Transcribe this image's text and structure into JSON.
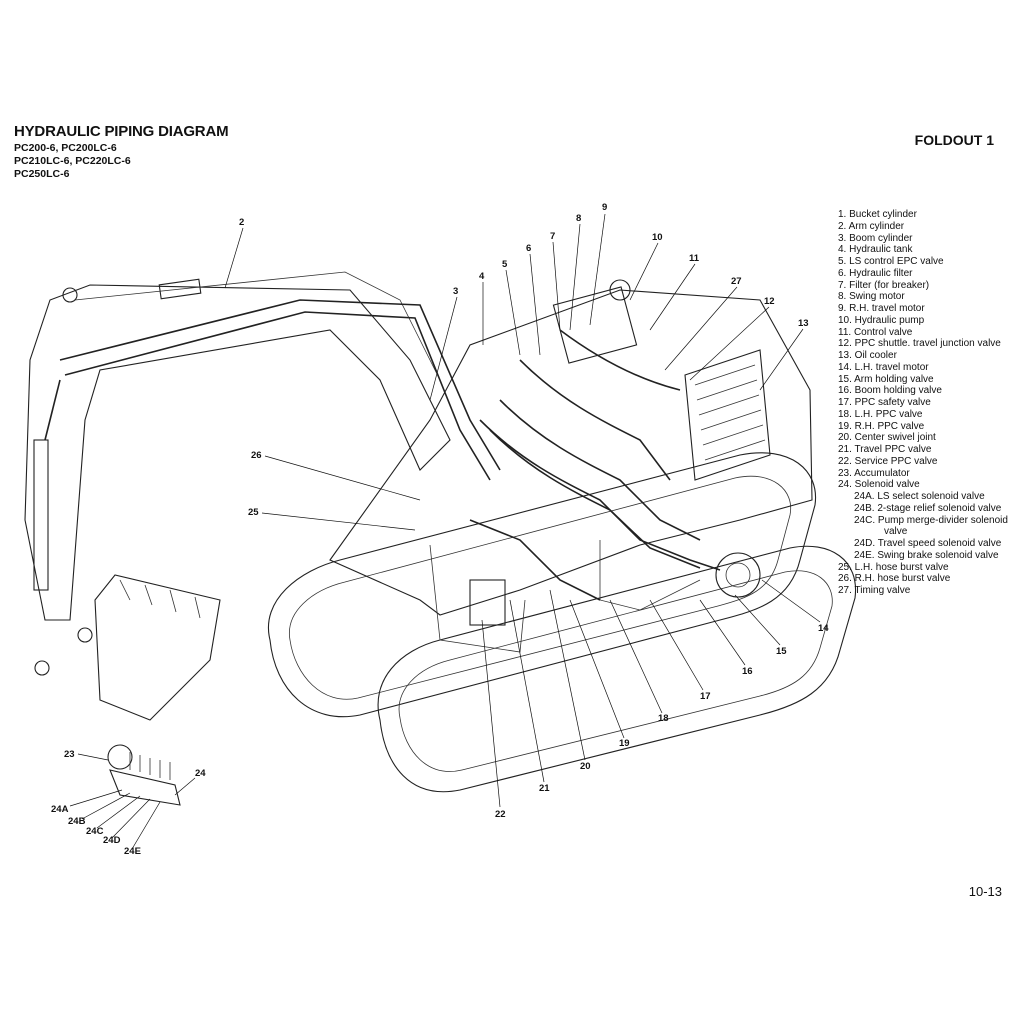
{
  "header": {
    "title": "HYDRAULIC PIPING DIAGRAM",
    "models": [
      "PC200-6, PC200LC-6",
      "PC210LC-6, PC220LC-6",
      "PC250LC-6"
    ],
    "foldout": "FOLDOUT 1"
  },
  "page_number": "10-13",
  "legend": [
    "1.  Bucket cylinder",
    "2.  Arm cylinder",
    "3.  Boom cylinder",
    "4.  Hydraulic tank",
    "5.  LS control EPC valve",
    "6.  Hydraulic filter",
    "7.  Filter (for breaker)",
    "8.  Swing motor",
    "9.  R.H. travel motor",
    "10. Hydraulic pump",
    "11. Control valve",
    "12. PPC shuttle. travel junction valve",
    "13. Oil cooler",
    "14. L.H. travel motor",
    "15. Arm holding valve",
    "16. Boom holding valve",
    "17. PPC safety valve",
    "18. L.H. PPC valve",
    "19. R.H. PPC valve",
    "20. Center swivel joint",
    "21. Travel PPC valve",
    "22. Service PPC valve",
    "23. Accumulator",
    "24. Solenoid valve",
    "24A.  LS select solenoid valve",
    "24B.  2-stage relief solenoid valve",
    "24C.  Pump merge-divider solenoid",
    "valve",
    "24D.  Travel speed solenoid valve",
    "24E.  Swing brake solenoid valve",
    "25. L.H. hose burst valve",
    "26. R.H. hose burst valve",
    "27. Timing valve"
  ],
  "callouts": [
    "2",
    "3",
    "4",
    "5",
    "6",
    "7",
    "8",
    "9",
    "10",
    "11",
    "27",
    "12",
    "13",
    "14",
    "15",
    "16",
    "17",
    "18",
    "19",
    "20",
    "21",
    "22",
    "26",
    "25",
    "23",
    "24",
    "24A",
    "24B",
    "24C",
    "24D",
    "24E"
  ]
}
